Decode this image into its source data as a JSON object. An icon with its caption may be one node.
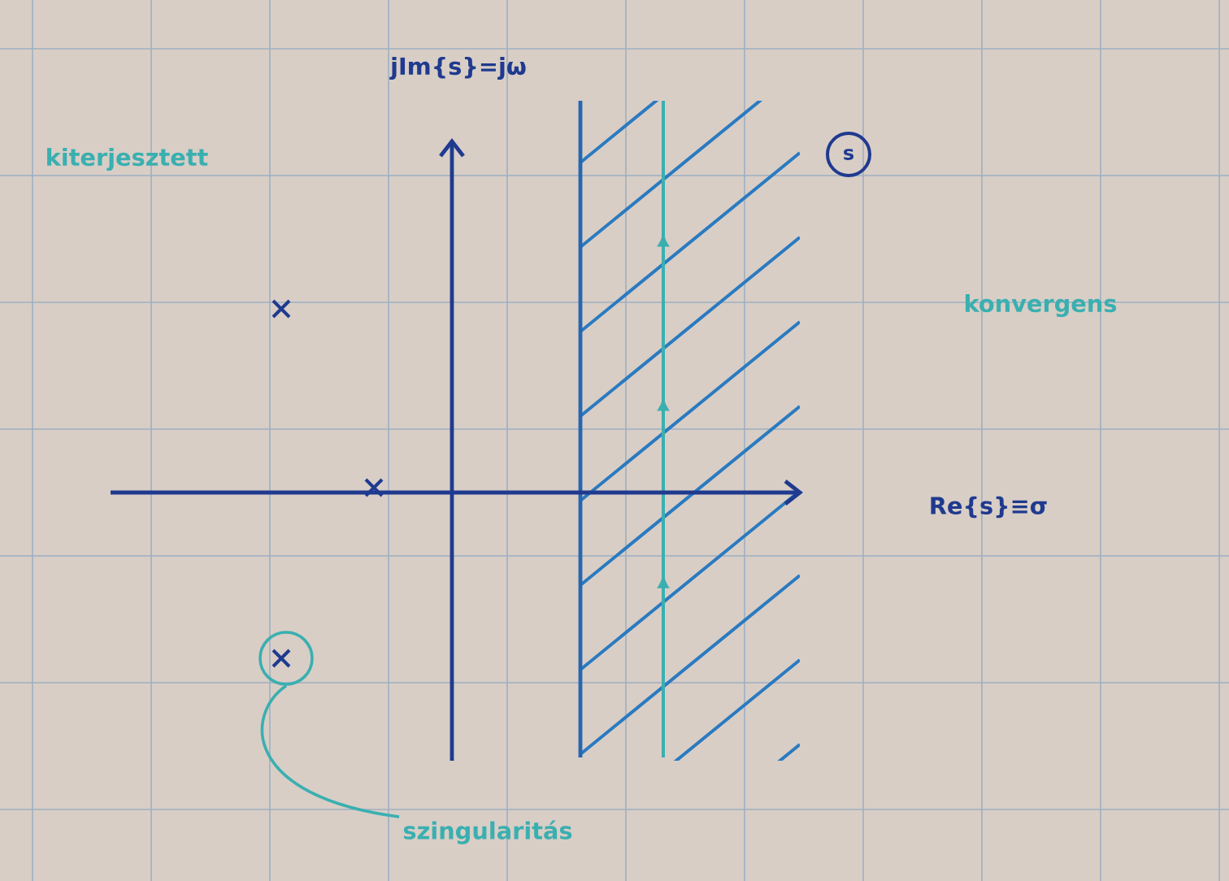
{
  "diagram": {
    "nodes": [
      {
        "text": [
          "szingularitás"
        ]
      },
      {
        "text": [],
        "shape": "circle"
      },
      {
        "text": [
          "s"
        ]
      }
    ],
    "edges": [
      {
        "from": 0,
        "to": 1,
        "arrow": "none"
      }
    ],
    "labels": [
      "jIm{s}=jω",
      "kiterjesztett",
      "konvergens",
      "Re{s}≡σ"
    ]
  }
}
